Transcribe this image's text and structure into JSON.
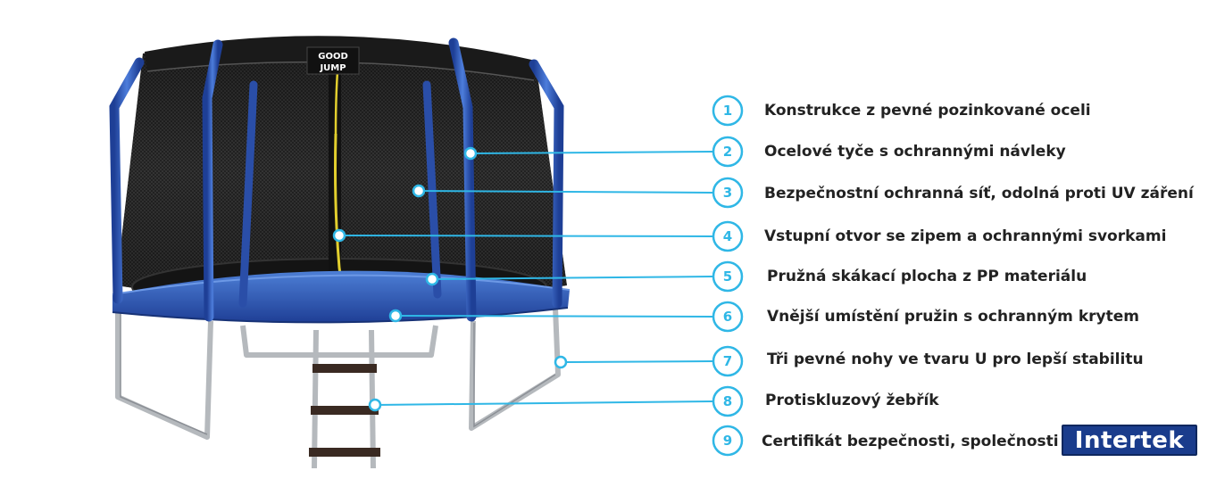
{
  "product": {
    "brand_logo": {
      "line1": "GOOD",
      "line2": "JUMP"
    }
  },
  "colors": {
    "accent": "#2fb7e6",
    "frame_blue": "#2d55b8",
    "net": "#2a2a2a",
    "steel": "#b8bcc0",
    "intertek_blue": "#1a3c8c"
  },
  "features": [
    {
      "number": "1",
      "text": "Konstrukce z pevné pozinkované oceli"
    },
    {
      "number": "2",
      "text": "Ocelové tyče s ochrannými návleky"
    },
    {
      "number": "3",
      "text": "Bezpečnostní ochranná síť, odolná proti UV záření"
    },
    {
      "number": "4",
      "text": "Vstupní otvor se zipem a ochrannými svorkami"
    },
    {
      "number": "5",
      "text": "Pružná skákací plocha z PP materiálu"
    },
    {
      "number": "6",
      "text": "Vnější umístění pružin s ochranným krytem"
    },
    {
      "number": "7",
      "text": "Tři pevné nohy ve tvaru U pro lepší stabilitu"
    },
    {
      "number": "8",
      "text": "Protiskluzový žebřík"
    },
    {
      "number": "9",
      "text": "Certifikát bezpečnosti, společnosti"
    }
  ],
  "certification": {
    "logo_text": "Intertek"
  }
}
